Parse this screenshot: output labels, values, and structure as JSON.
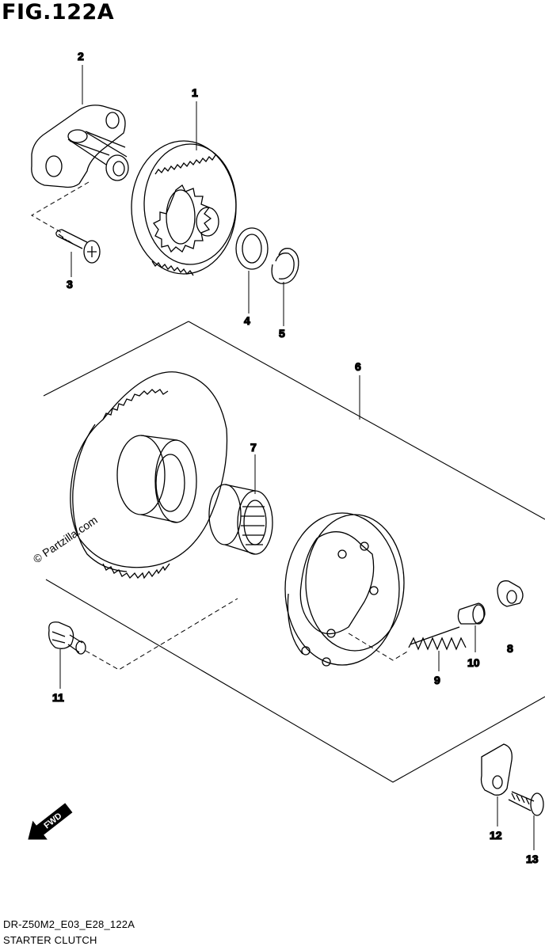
{
  "figure": {
    "title": "FIG.122A",
    "model_code": "DR-Z50M2_E03_E28_122A",
    "section_name": "STARTER CLUTCH",
    "copyright": "© Partzilla.com",
    "fwd_label": "FWD"
  },
  "callouts": [
    {
      "num": "1"
    },
    {
      "num": "2"
    },
    {
      "num": "3"
    },
    {
      "num": "4"
    },
    {
      "num": "5"
    },
    {
      "num": "6"
    },
    {
      "num": "7"
    },
    {
      "num": "8"
    },
    {
      "num": "9"
    },
    {
      "num": "10"
    },
    {
      "num": "11"
    },
    {
      "num": "12"
    },
    {
      "num": "13"
    }
  ],
  "icons": {
    "fwd_arrow": "fwd-arrow-icon"
  },
  "colors": {
    "ink": "#000000",
    "paper": "#ffffff"
  }
}
